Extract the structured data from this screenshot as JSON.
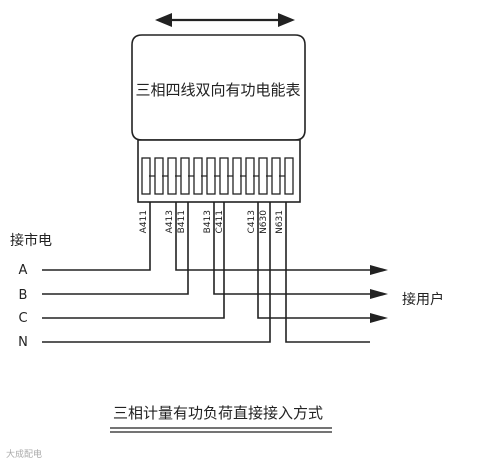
{
  "meter": {
    "label": "三相四线双向有功电能表"
  },
  "terminals": [
    {
      "label": "A411"
    },
    {
      "label": "A413"
    },
    {
      "label": "B411"
    },
    {
      "label": "B413"
    },
    {
      "label": "C411"
    },
    {
      "label": "C413"
    },
    {
      "label": "N630"
    },
    {
      "label": "N631"
    }
  ],
  "supply": {
    "label": "接市电"
  },
  "load": {
    "label": "接用户"
  },
  "phases": [
    "A",
    "B",
    "C",
    "N"
  ],
  "caption": "三相计量有功负荷直接接入方式",
  "watermark": "大成配电"
}
